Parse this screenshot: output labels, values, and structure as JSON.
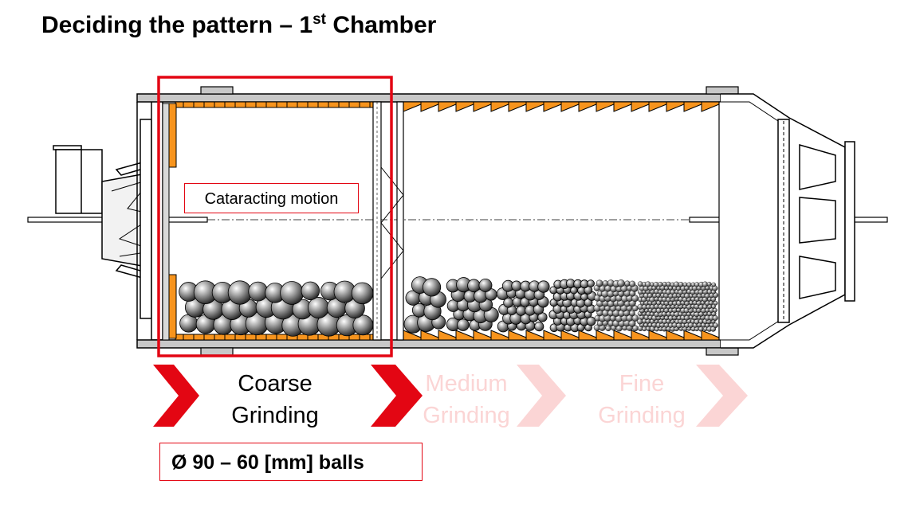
{
  "title": {
    "main": "Deciding the pattern – 1",
    "sup": "st",
    "tail": " Chamber"
  },
  "motion_label": "Cataracting motion",
  "stages": [
    {
      "line1": "Coarse",
      "line2": "Grinding",
      "state": "active"
    },
    {
      "line1": "Medium",
      "line2": "Grinding",
      "state": "faded"
    },
    {
      "line1": "Fine",
      "line2": "Grinding",
      "state": "faded"
    }
  ],
  "balls_label": "Ø 90 – 60 [mm] balls",
  "colors": {
    "highlight": "#e30613",
    "faded": "#fbd5d5",
    "liner": "#f7941d",
    "shell": "#c8c8c8"
  }
}
